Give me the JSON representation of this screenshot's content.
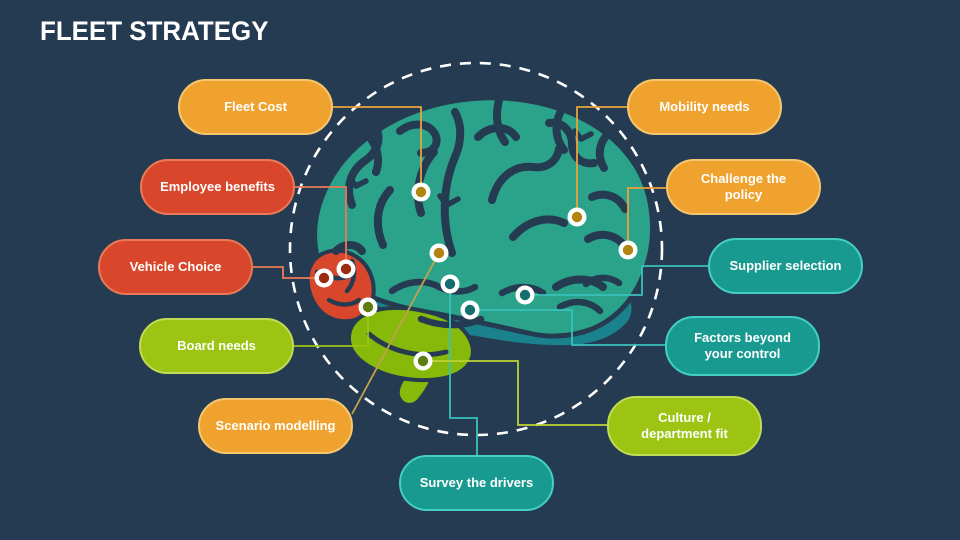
{
  "title": "FLEET STRATEGY",
  "palette": {
    "background": "#253B52",
    "pill_orange": "#EFA22E",
    "pill_red": "#D8472B",
    "pill_green": "#9DC412",
    "pill_teal": "#199A91",
    "dashed_circle": "#FFFFFF",
    "brain_cortex": "#2BA38A",
    "brain_temporal_lobe": "#1A828C",
    "brain_occipital_lobe": "#D8472B",
    "brain_cerebellum": "#86B909",
    "dot_gold": "#B5830F",
    "dot_red": "#9C2A10",
    "dot_olive": "#5E7D12",
    "dot_teal": "#136E6D"
  },
  "nodes": {
    "fleet_cost": {
      "label": "Fleet Cost",
      "color": "#EFA22E"
    },
    "employee_benefits": {
      "label": "Employee benefits",
      "color": "#D8472B"
    },
    "vehicle_choice": {
      "label": "Vehicle Choice",
      "color": "#D8472B"
    },
    "board_needs": {
      "label": "Board needs",
      "color": "#9DC412"
    },
    "scenario_modelling": {
      "label": "Scenario modelling",
      "color": "#EFA22E"
    },
    "survey_the_drivers": {
      "label": "Survey the drivers",
      "color": "#199A91"
    },
    "mobility_needs": {
      "label": "Mobility needs",
      "color": "#EFA22E"
    },
    "challenge_policy": {
      "label": "Challenge the policy",
      "color": "#EFA22E"
    },
    "supplier_selection": {
      "label": "Supplier selection",
      "color": "#199A91"
    },
    "factors_beyond": {
      "label": "Factors beyond your control",
      "color": "#199A91"
    },
    "culture_fit": {
      "label": "Culture / department fit",
      "color": "#9DC412"
    }
  }
}
